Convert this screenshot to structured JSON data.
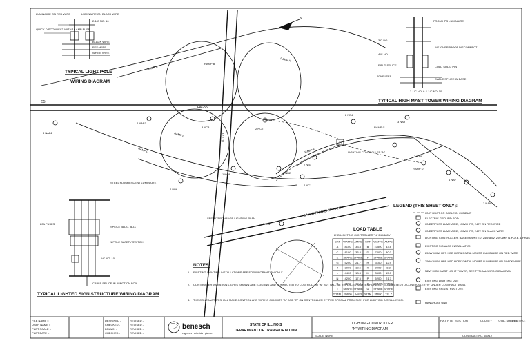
{
  "diagrams": {
    "light_pole": {
      "title_line1": "TYPICAL LIGHT POLE",
      "title_line2": "WIRING DIAGRAM",
      "notes": [
        "LUMINAIRE ON RED WIRE",
        "LUMINAIRE ON BLACK WIRE",
        "2-1/C NO. 10",
        "QUICK DISCONNECT WITH 10 AMP FUSE",
        "BLACK WIRE",
        "RED WIRE",
        "WHITE WIRE"
      ]
    },
    "high_mast": {
      "title": "TYPICAL HIGH MAST TOWER WIRING DIAGRAM",
      "notes": [
        "FROM HPS LUMINAIRE",
        "3/C NO.",
        "A/C NO.",
        "WEATHERPROOF DISCONNECT",
        "COLD SOLID PIN",
        "FIELD SPLICE",
        "20A FUSES",
        "CABLE SPLICE IN BASE",
        "2-1/C NO. 6 & 1/C NO. 10"
      ]
    },
    "sign_structure": {
      "title": "TYPICAL LIGHTED SIGN STRUCTURE WIRING DIAGRAM",
      "notes": [
        "STEEL FLUORESCENT LUMINAIRE",
        "20A FUSES",
        "SPLICE BLDG. BOX",
        "1 POLE SAFETY SWITCH",
        "1/C NO. 10",
        "CABLE SPLICE IN JUNCTION BOX"
      ]
    }
  },
  "map_labels": {
    "road_main": "FAI-55",
    "road_side": "55",
    "canal": "SANITARY & SHIP CANAL",
    "ramps": [
      "RAMP A",
      "RAMP B",
      "RAMP C",
      "RAMP D",
      "RAMP E",
      "RAMP F",
      "RAMP G",
      "RAMP H"
    ],
    "route": "IL 171",
    "controller": "LIGHTING CONTROLLER \"N\"",
    "north": "N",
    "lights": [
      "3 NAB1",
      "4 NAB3",
      "5 NAB2",
      "3 NC3",
      "2 NC2",
      "3 NC4",
      "2 NB4",
      "2 NB1",
      "3 NB2",
      "1 NC8",
      "2 NC1",
      "2 NB6",
      "2 NA5",
      "4 NA7",
      "3 NA9",
      "4 NA4",
      "2 NA8"
    ],
    "sign_note": "SEE INTERCHANGE LIGHTING PLAN"
  },
  "notes": {
    "heading": "NOTES:",
    "items": [
      "EXISTING LIGHTING INSTALLATIONS ARE FOR INFORMATION ONLY.",
      "CONTROLLER VARIATION LIGHTS SHOWN ARE EXISTING AND CONNECTED TO CONTROLLER \"N\" BUT WILL BE REPLACED AND TEMPORARILY CONNECTED TO CONTROLLER \"N\" UNDER CONTRACT 60L46.",
      "THE CONTRACTOR SHALL MAKE CONTROL AND WIRING CIRCUITS \"N\" AND \"R\" ON CONTROLLER \"N\" PER SPECIAL PROVISION FOR LIGHTING INSTALLATION."
    ]
  },
  "load_table": {
    "title": "LOAD TABLE",
    "subtitle": "2ND LIGHTING CONTROLLER \"N\" 240/480V",
    "headers": [
      "CKT",
      "WATTS",
      "AMPS",
      "CKT",
      "WATTS",
      "AMPS"
    ],
    "rows": [
      [
        "A",
        "8100",
        "33.8",
        "B",
        "10500",
        "43.8"
      ],
      [
        "C",
        "8100",
        "33.8",
        "D",
        "7200",
        "30.0"
      ],
      [
        "E",
        "SPARE",
        "SPARE",
        "F",
        "SPARE",
        "SPARE"
      ],
      [
        "G",
        "5200",
        "21.7",
        "H",
        "3100",
        "12.9"
      ],
      [
        "J",
        "3000",
        "12.5",
        "K",
        "2000",
        "8.3"
      ],
      [
        "L",
        "4400",
        "18.3",
        "M",
        "3600",
        "15.0"
      ],
      [
        "N",
        "4200",
        "17.5",
        "P",
        "5200",
        "21.7"
      ],
      [
        "R",
        "2600",
        "10.8",
        "S",
        "SPARE",
        "SPARE"
      ],
      [
        "T",
        "SPARE",
        "SPARE",
        "U",
        "SPARE",
        "SPARE"
      ],
      [
        "TOTAL",
        "35600",
        "148.3",
        "TOTAL",
        "31600",
        "131.7"
      ]
    ]
  },
  "legend": {
    "title": "LEGEND (THIS SHEET ONLY):",
    "items": [
      "UNIT DUCT OR CABLE IN CONDUIT",
      "ELECTRIC GROUND ROD",
      "UNDERPASS LUMINAIRE, 150W HPS, 240V ON RED WIRE",
      "UNDERPASS LUMINAIRE, 150W HPS, 240V ON BLACK WIRE",
      "LIGHTING CONTROLLER, BASE MOUNTED, 240/480V, 200 AMP (1 POLE, 1 PHASE, 3 WIRE), PHASE 1",
      "EXISTING SIGNAGE INSTALLATION",
      "250W 400W HPS HED HORIZONTAL MOUNT LUMINAIRE ON RED WIRE",
      "250W 400W HPS HED HORIZONTAL MOUNT LUMINAIRE ON BLACK WIRE",
      "NEW HIGH MAST LIGHT TOWER, SEE TYPICAL WIRING DIAGRAM",
      "EXISTING LIGHTING UNIT",
      "EXISTING SIGN STRUCTURE",
      "HANDHOLE UNIT"
    ]
  },
  "title_block": {
    "firm": "benesch",
    "firm_tagline": "engineers • scientists • planners",
    "state_line1": "STATE OF ILLINOIS",
    "state_line2": "DEPARTMENT OF TRANSPORTATION",
    "sheet_title_line1": "LIGHTING CONTROLLER",
    "sheet_title_line2": "\"N\" WIRING DIAGRAM",
    "scale": "SCALE: NONE",
    "rev_labels": [
      "FILE NAME =",
      "USER NAME =",
      "PLOT SCALE =",
      "PLOT DATE ="
    ],
    "designed": [
      "DESIGNED -",
      "CHECKED -",
      "DRAWN -",
      "CHECKED -"
    ],
    "revised": [
      "REVISED -",
      "REVISED -",
      "REVISED -",
      "REVISED -"
    ],
    "fields": [
      "F.A.I. RTE.",
      "SECTION",
      "COUNTY",
      "TOTAL SHEETS",
      "SHEET NO."
    ],
    "contract": "CONTRACT NO. 60X12"
  }
}
